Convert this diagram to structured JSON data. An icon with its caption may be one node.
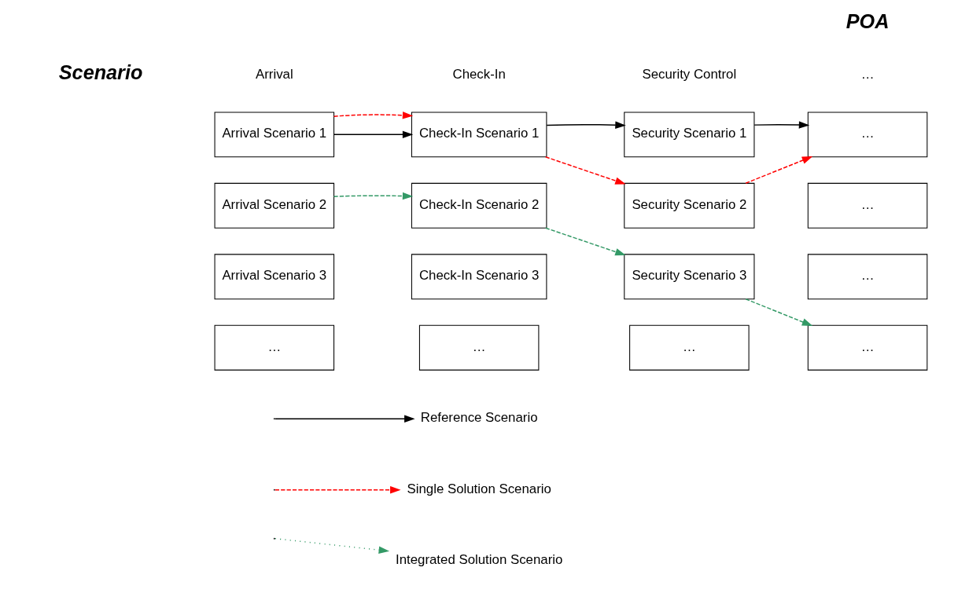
{
  "diagram": {
    "nodes": [
      {
        "text": [
          "Arrival Scenario 1"
        ]
      },
      {
        "text": [
          "Check-In Scenario 1"
        ]
      },
      {
        "text": [
          "Security Scenario 1"
        ]
      },
      {
        "text": [
          "…"
        ]
      },
      {
        "text": [
          "Arrival Scenario 2"
        ]
      },
      {
        "text": [
          "Check-In Scenario 2"
        ]
      },
      {
        "text": [
          "Security Scenario 2"
        ]
      },
      {
        "text": [
          "…"
        ]
      },
      {
        "text": [
          "Arrival Scenario 3"
        ]
      },
      {
        "text": [
          "Check-In Scenario 3"
        ]
      },
      {
        "text": [
          "Security Scenario 3"
        ]
      },
      {
        "text": [
          "…"
        ]
      },
      {
        "text": [
          "…"
        ]
      },
      {
        "text": [
          "…"
        ]
      },
      {
        "text": [
          "…"
        ]
      },
      {
        "text": [
          "…"
        ]
      }
    ],
    "edges": [
      {
        "from": 0,
        "to": 1,
        "arrow": "to"
      },
      {
        "from": 1,
        "to": 2,
        "arrow": "to"
      },
      {
        "from": 2,
        "to": 3,
        "arrow": "to"
      },
      {
        "from": 0,
        "to": 1,
        "arrow": "to",
        "style": "dashed",
        "color": "#ff0000"
      },
      {
        "from": 1,
        "to": 6,
        "arrow": "to",
        "style": "dashed",
        "color": "#ff0000"
      },
      {
        "from": 6,
        "to": 3,
        "arrow": "to",
        "style": "dashed",
        "color": "#ff0000"
      },
      {
        "from": 4,
        "to": 5,
        "arrow": "to",
        "style": "dashed",
        "color": "#339966"
      },
      {
        "from": 5,
        "to": 10,
        "arrow": "to",
        "style": "dashed",
        "color": "#339966"
      },
      {
        "from": 10,
        "to": 15,
        "arrow": "to",
        "style": "dashed",
        "color": "#339966"
      }
    ],
    "labels": [
      "Arrival",
      "Check-In",
      "Security Control",
      "…",
      "POA",
      "Scenario"
    ],
    "legend": [
      {
        "text": "Reference Scenario"
      },
      {
        "text": "Single Solution Scenario"
      },
      {
        "text": "Integrated Solution Scenario"
      }
    ]
  }
}
